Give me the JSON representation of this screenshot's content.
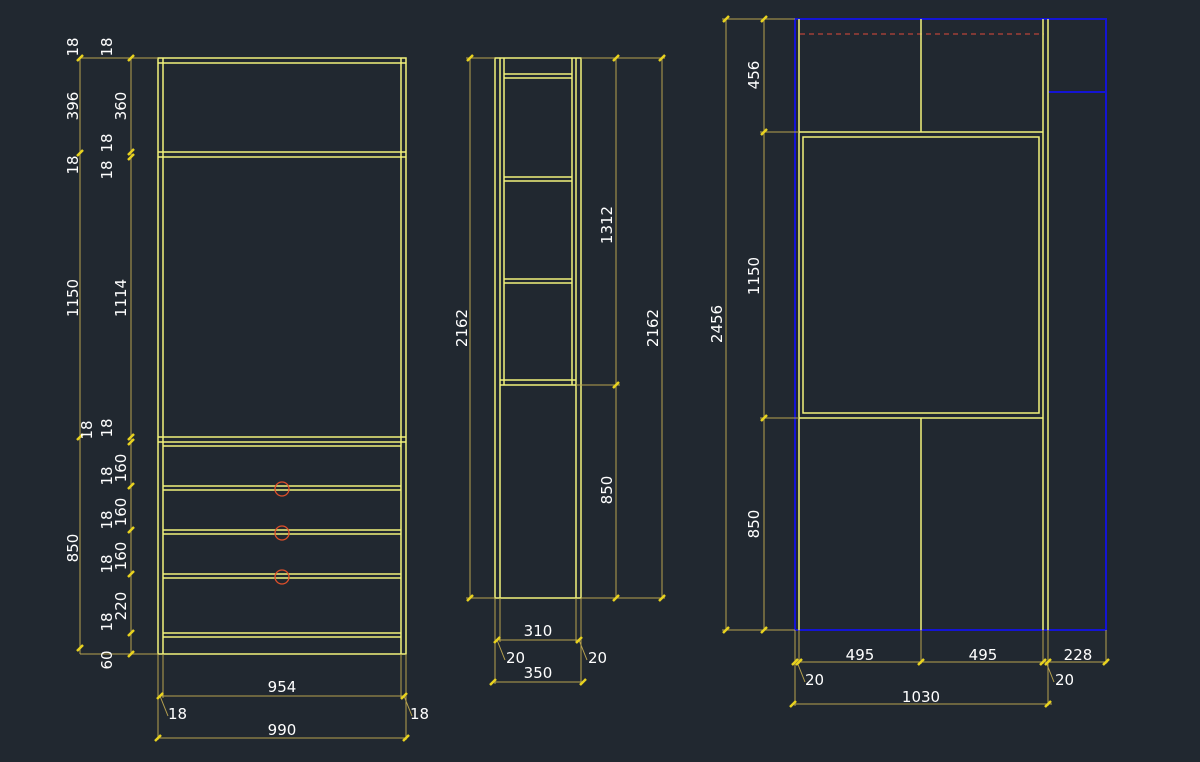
{
  "colors": {
    "background": "#212830",
    "outline": "#f2f27a",
    "dimension": "#b8a24e",
    "tick": "#e8d21f",
    "text": "#ffffff",
    "handle": "#e0502a",
    "frame": "#1414d4",
    "dashed": "#e04a3a"
  },
  "front_view": {
    "height_outer": [
      "18",
      "396",
      "18",
      "1150",
      "18",
      "850",
      "60"
    ],
    "height_inner": [
      "18",
      "360",
      "18",
      "18",
      "1114",
      "18",
      "160",
      "18",
      "160",
      "18",
      "160",
      "18",
      "220",
      "18"
    ],
    "width_inner": "954",
    "width_outer": "990",
    "side_left": "18",
    "side_right": "18"
  },
  "side_view": {
    "height_left": "2162",
    "height_upper": "1312",
    "height_lower": "850",
    "height_right": "2162",
    "depth_inner": "310",
    "depth_outer": "350",
    "side_left": "20",
    "side_right": "20"
  },
  "right_view": {
    "height_total": "2456",
    "height_top": "456",
    "height_mid": "1150",
    "height_bottom": "850",
    "width_left": "495",
    "width_mid": "495",
    "width_right": "228",
    "width_total": "1030",
    "side_left": "20",
    "side_right": "20"
  }
}
